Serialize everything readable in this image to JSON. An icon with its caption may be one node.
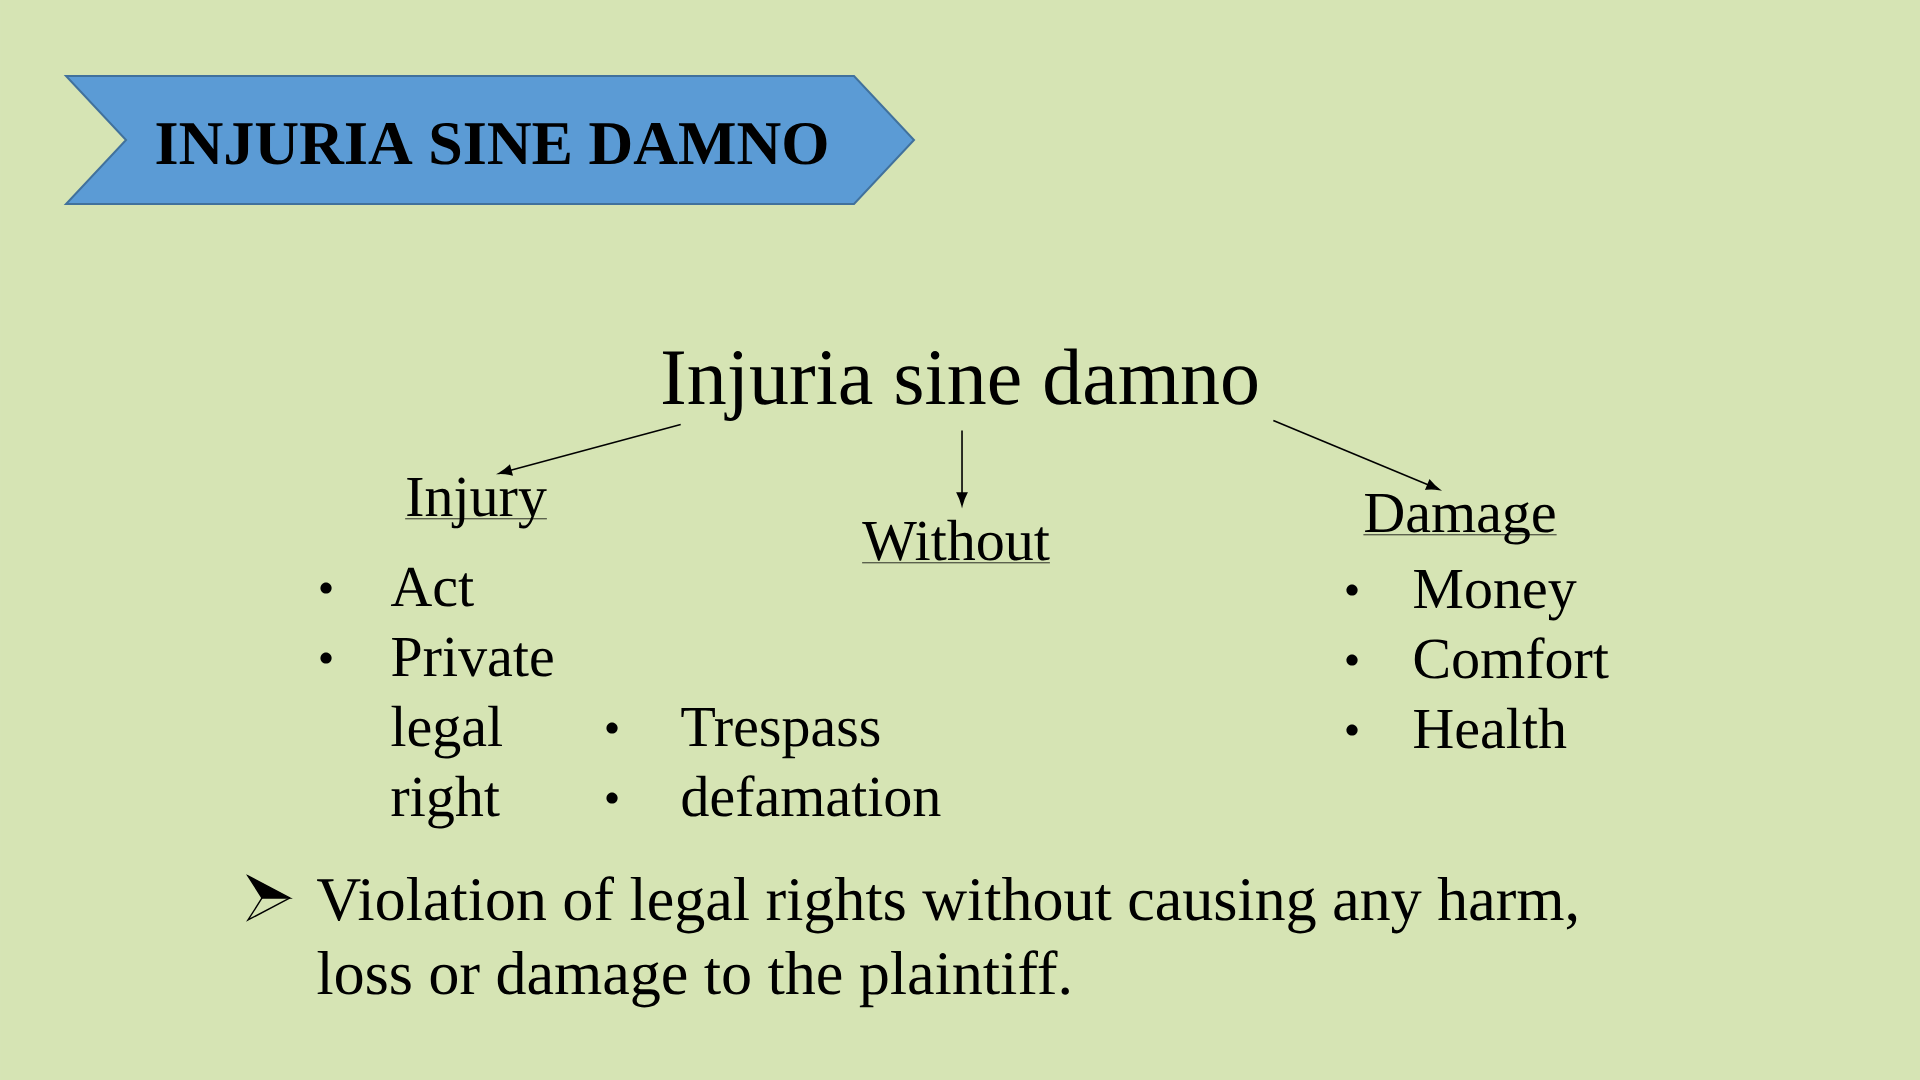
{
  "diagram": {
    "title": "INJURIA SINE DAMNO",
    "nodes": [
      {
        "text": [
          "Injuria sine damno"
        ]
      },
      {
        "text": [
          "Injury"
        ],
        "beside": [
          "Act",
          "Private legal right"
        ]
      },
      {
        "text": [
          "Without"
        ]
      },
      {
        "text": [
          "Damage"
        ],
        "beside": [
          "Money",
          "Comfort",
          "Health"
        ]
      }
    ],
    "edges": [
      {
        "from": 0,
        "to": 1,
        "arrow": "to"
      },
      {
        "from": 0,
        "to": 2,
        "arrow": "to"
      },
      {
        "from": 0,
        "to": 3,
        "arrow": "to"
      }
    ],
    "labels": [
      "Trespass",
      "defamation",
      "Violation of legal rights without causing any harm, loss or damage to the plaintiff."
    ]
  }
}
